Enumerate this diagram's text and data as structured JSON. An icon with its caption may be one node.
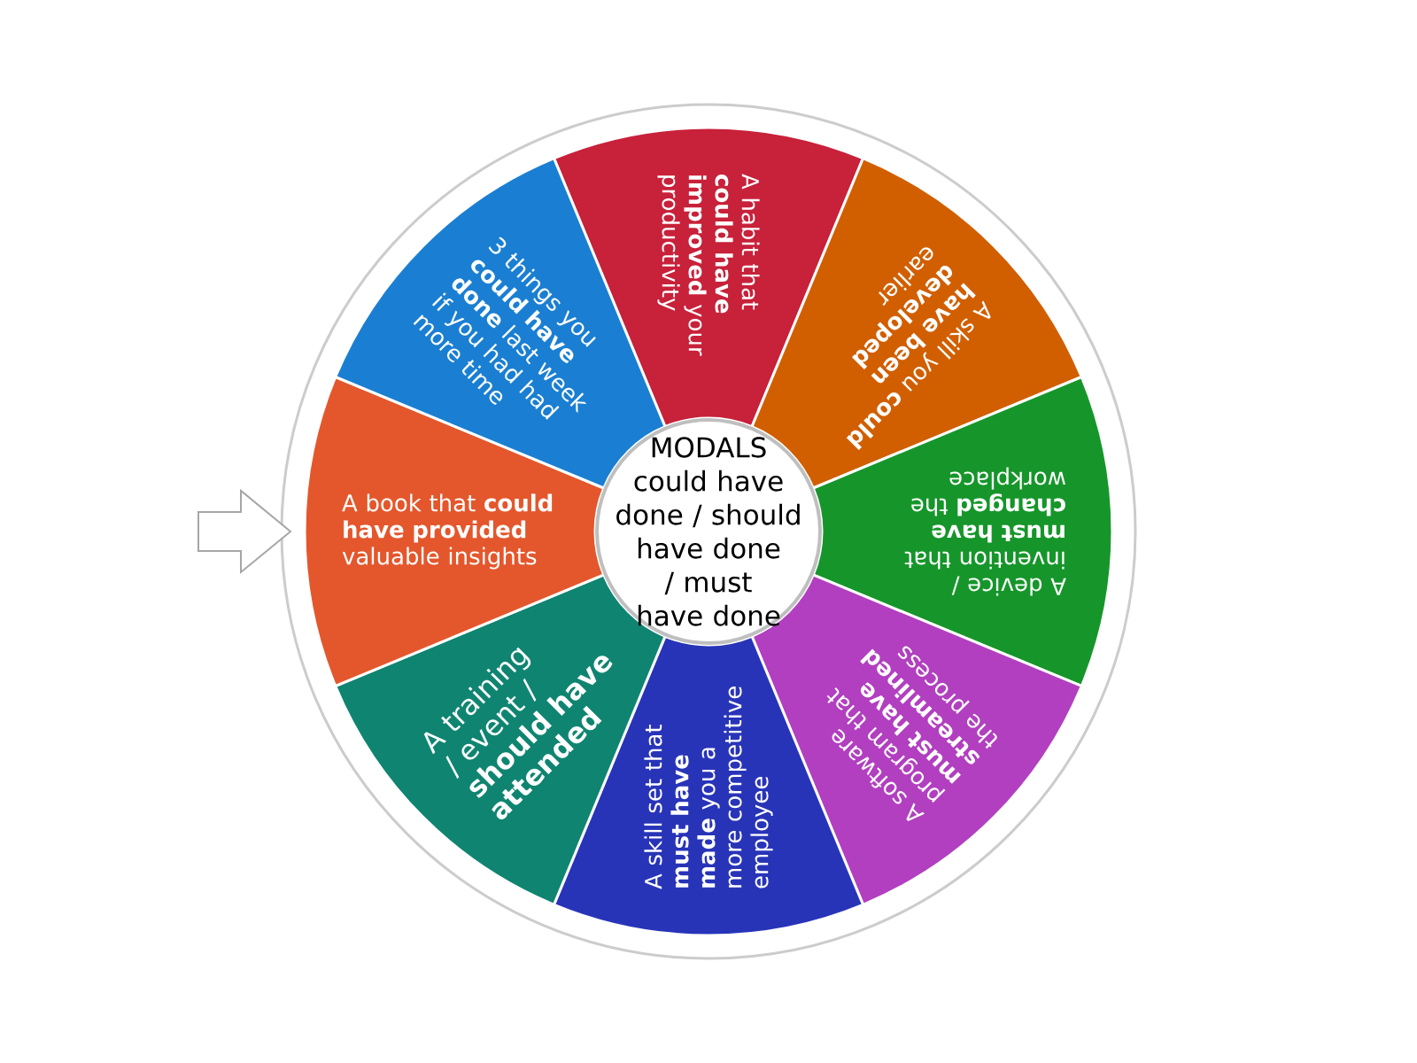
{
  "diagram": {
    "nodes": [
      {
        "text": [
          "MODALS could have done / should have done / must have done"
        ]
      },
      {
        "text": [
          "A habit that **could have improved** your productivity"
        ]
      },
      {
        "text": [
          "A skill you **could have been developed** earlier"
        ]
      },
      {
        "text": [
          "A device / invention that **must have changed** the workplace"
        ]
      },
      {
        "text": [
          "A software program that **must have streamlined** the process"
        ]
      },
      {
        "text": [
          "A skill set that **must have made** you a more competitive employee"
        ]
      },
      {
        "text": [
          "A training / event / **should have attended**"
        ]
      },
      {
        "text": [
          "A book that **could have provided** valuable insights"
        ]
      },
      {
        "text": [
          "3 things you **could have done** last week if you had had more time"
        ]
      }
    ]
  }
}
